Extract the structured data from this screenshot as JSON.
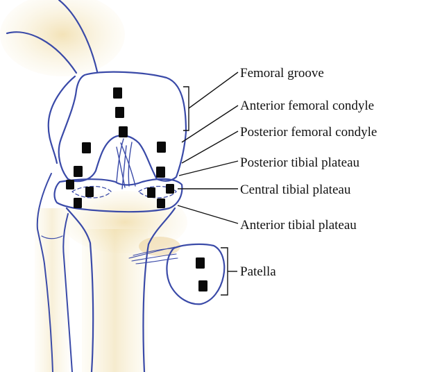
{
  "labels": {
    "femoral_groove": "Femoral groove",
    "anterior_femoral_condyle": "Anterior femoral condyle",
    "posterior_femoral_condyle": "Posterior femoral condyle",
    "posterior_tibial_plateau": "Posterior tibial plateau",
    "central_tibial_plateau": "Central tibial plateau",
    "anterior_tibial_plateau": "Anterior tibial plateau",
    "patella": "Patella"
  },
  "colors": {
    "bone_outline": "#3a4aa8",
    "bone_fill": "#f7efd2",
    "shading": "#efdca8",
    "marker": "#0a0a0a",
    "leader": "#111111"
  }
}
